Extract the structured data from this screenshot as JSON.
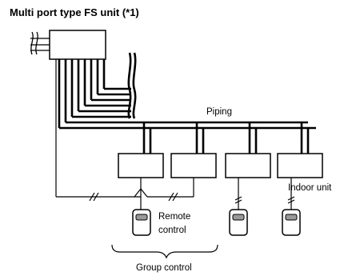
{
  "title": "Multi port type FS unit (*1)",
  "labels": {
    "piping": "Piping",
    "indoor_unit": "Indoor unit",
    "remote_control_line1": "Remote",
    "remote_control_line2": "control",
    "group_control": "Group control"
  }
}
